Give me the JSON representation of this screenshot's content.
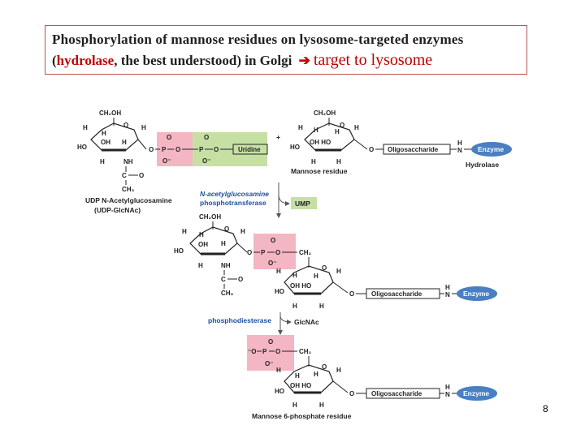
{
  "title": {
    "line1": "Phosphorylation of mannose residues on lysosome-targeted enzymes",
    "line2_open": "(",
    "line2_hydrolase": "hydrolase",
    "line2_mid": ", the best understood) in Golgi",
    "line2_arrow": "➔",
    "line2_target": "target to lysosome"
  },
  "diagram": {
    "udp_glcnac": {
      "ch2oh": "CH₂OH",
      "uridine": "Uridine",
      "name_line1": "UDP N-Acetylglucosamine",
      "name_line2": "(UDP-GlcNAc)"
    },
    "plus": "+",
    "mannose_residue": "Mannose residue",
    "hydrolase_label": "Hydrolase",
    "oligosaccharide": "Oligosaccharide",
    "enzyme": "Enzyme",
    "transferase_line1": "N-acetylglucosamine",
    "transferase_line2": "phosphotransferase",
    "ump": "UMP",
    "phosphodiesterase": "phosphodiesterase",
    "glcnac": "GlcNAc",
    "mannose6p": "Mannose 6-phosphate residue",
    "colors": {
      "pink": "#f4b6c2",
      "green": "#c6e0a4",
      "enzyme_blue": "#4a7fc1",
      "title_border": "#c0504d",
      "title_red": "#c00000"
    }
  },
  "page_number": "8"
}
